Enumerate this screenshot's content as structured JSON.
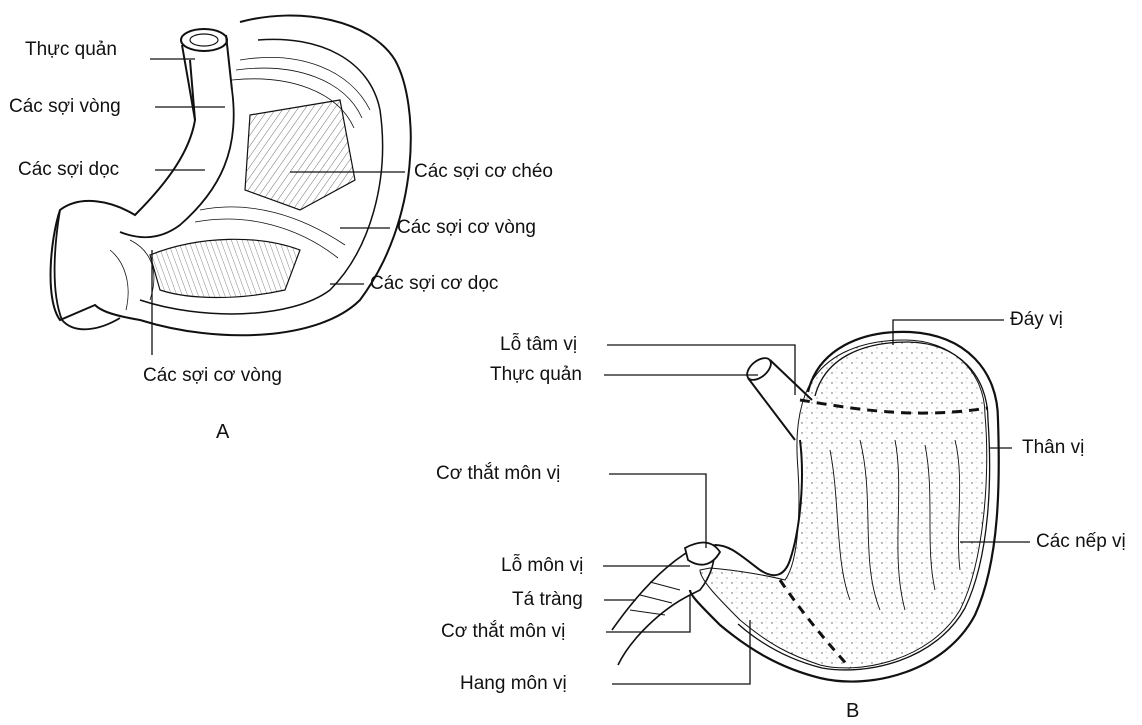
{
  "panels": {
    "a": {
      "letter": "A",
      "labels": {
        "esophagus": "Thực quản",
        "circular_fibers": "Các sợi vòng",
        "longitudinal_fibers": "Các sợi dọc",
        "oblique_muscle": "Các sợi cơ chéo",
        "circular_muscle_1": "Các sợi cơ vòng",
        "longitudinal_muscle": "Các sợi cơ dọc",
        "circular_muscle_2": "Các sợi cơ vòng"
      }
    },
    "b": {
      "letter": "B",
      "labels": {
        "cardia_orifice": "Lỗ tâm vị",
        "esophagus": "Thực quản",
        "fundus": "Đáy vị",
        "body": "Thân vị",
        "rugae": "Các nếp vị",
        "pyloric_sphincter_1": "Cơ thắt môn vị",
        "pyloric_orifice": "Lỗ môn vị",
        "duodenum": "Tá tràng",
        "pyloric_sphincter_2": "Cơ thắt môn vị",
        "pyloric_antrum": "Hang môn vị"
      }
    }
  },
  "colors": {
    "ink": "#111111",
    "background": "#ffffff"
  }
}
